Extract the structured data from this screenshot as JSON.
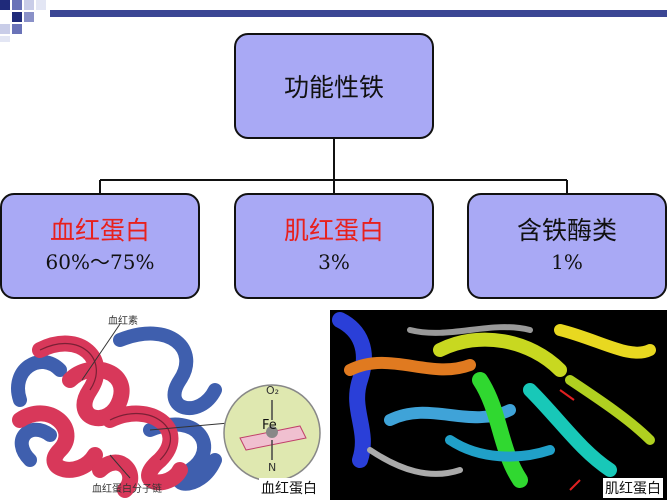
{
  "root": {
    "title": "功能性铁"
  },
  "children": [
    {
      "title": "血红蛋白",
      "percent": "60%～75%",
      "color": "#e8201c"
    },
    {
      "title": "肌红蛋白",
      "percent": "3%",
      "color": "#e8201c"
    },
    {
      "title": "含铁酶类",
      "percent": "1%",
      "color": "#111111"
    }
  ],
  "images": {
    "left": {
      "caption": "血红蛋白",
      "label_top": "血红素",
      "label_bottom": "血红蛋白分子链",
      "fe": "Fe",
      "o2": "O₂",
      "n": "N"
    },
    "right": {
      "caption": "肌红蛋白"
    }
  }
}
